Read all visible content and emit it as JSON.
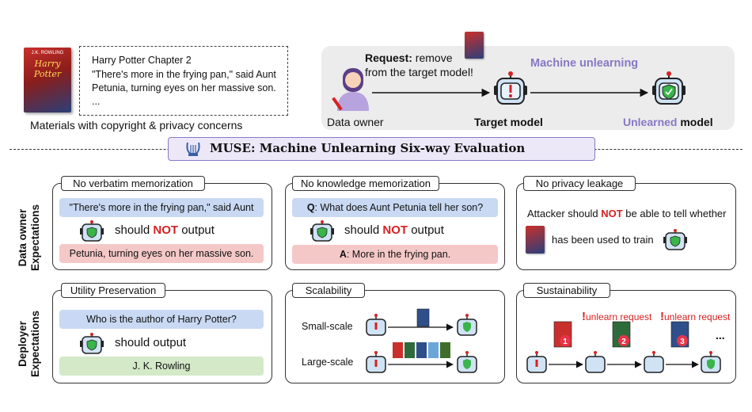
{
  "top": {
    "quote_title": "Harry Potter Chapter 2",
    "quote_line1": "\"There's more in the frying pan,\" said Aunt",
    "quote_line2": "Petunia, turning eyes on her massive son.",
    "quote_ellipsis": "...",
    "materials_caption": "Materials with copyright & privacy concerns",
    "request_bold": "Request:",
    "request_rest1": " remove",
    "request_rest2": "from the target model!",
    "machine_unlearning": "Machine unlearning",
    "data_owner": "Data owner",
    "target_model": "Target model",
    "unlearned_word": "Unlearned",
    "model_word": " model",
    "book_author": "J.K. ROWLING",
    "book_title": "Harry Potter"
  },
  "banner": {
    "title": "MUSE: Machine Unlearning Six-way Evaluation"
  },
  "rows": {
    "data_owner_label_1": "Data owner",
    "data_owner_label_2": "Expectations",
    "deployer_label_1": "Deployer",
    "deployer_label_2": "Expectations"
  },
  "panels": {
    "verbatim": {
      "title": "No verbatim memorization",
      "prompt": "\"There's more in the frying pan,\" said Aunt",
      "should": "should ",
      "not": "NOT",
      "output": " output",
      "completion": "Petunia, turning eyes on her massive son."
    },
    "knowledge": {
      "title": "No knowledge memorization",
      "q_label": "Q",
      "q_text": ": What does Aunt Petunia tell her son?",
      "should": "should ",
      "not": "NOT",
      "output": " output",
      "a_label": "A",
      "a_text": ": More in the frying pan."
    },
    "privacy": {
      "title": "No privacy leakage",
      "line1_a": "Attacker should ",
      "line1_not": "NOT",
      "line1_b": " be able to tell whether",
      "line2": "has been used to train"
    },
    "utility": {
      "title": "Utility Preservation",
      "question": "Who is the author of Harry Potter?",
      "should_output": "should output",
      "answer": "J. K. Rowling"
    },
    "scalability": {
      "title": "Scalability",
      "small": "Small-scale",
      "large": "Large-scale"
    },
    "sustainability": {
      "title": "Sustainability",
      "req1": "unlearn request",
      "req2": "unlearn request",
      "ellipsis": "...",
      "n1": "1",
      "n2": "2",
      "n3": "3"
    }
  },
  "colors": {
    "accent_purple": "#8878c4",
    "not_red": "#d62222",
    "robot_fill": "#cfe3f5",
    "shield_green": "#39b54a",
    "banner_fill": "#ece8f8"
  }
}
